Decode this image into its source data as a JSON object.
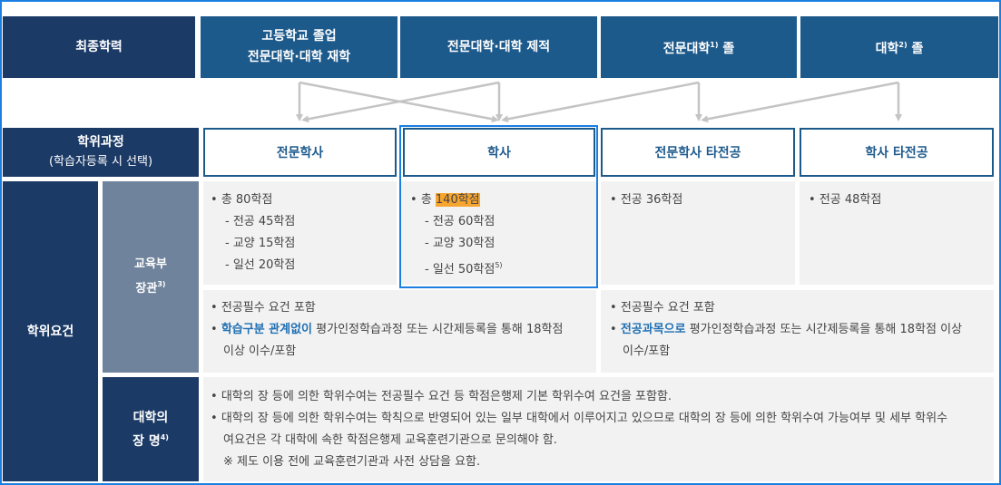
{
  "header": {
    "row_label": "최종학력",
    "col1_line1": "고등학교 졸업",
    "col1_line2": "전문대학·대학 재학",
    "col2": "전문대학·대학 제적",
    "col3": "전문대학",
    "col3_sup": "1)",
    "col3_suffix": " 졸",
    "col4": "대학",
    "col4_sup": "2)",
    "col4_suffix": " 졸"
  },
  "degree": {
    "label_line1": "학위과정",
    "label_line2": "(학습자등록 시 선택)",
    "options": [
      "전문학사",
      "학사",
      "전문학사 타전공",
      "학사 타전공"
    ]
  },
  "requirements": {
    "label": "학위요건",
    "ministry_label_line1": "교육부",
    "ministry_label_line2": "장관",
    "ministry_sup": "3)",
    "president_label_line1": "대학의",
    "president_label_line2": "장 명",
    "president_sup": "4)",
    "col1": {
      "total": "총 80학점",
      "items": [
        "전공 45학점",
        "교양 15학점",
        "일선 20학점"
      ]
    },
    "col2": {
      "total_prefix": "총 ",
      "total_highlight": "140학점",
      "items": [
        "전공 60학점",
        "교양 30학점",
        "일선 50학점"
      ],
      "last_sup": "5)"
    },
    "col3": {
      "total": "전공 36학점"
    },
    "col4": {
      "total": "전공 48학점"
    },
    "left_notes": {
      "line1": "전공필수 요건 포함",
      "line2_blue": "학습구분 관계없이",
      "line2_rest": " 평가인정학습과정 또는 시간제등록을 통해 18학점",
      "line3": "이상 이수/포함"
    },
    "right_notes": {
      "line1": "전공필수 요건 포함",
      "line2_blue": "전공과목으로",
      "line2_rest": " 평가인정학습과정 또는 시간제등록을 통해 18학점 이상",
      "line3": "이수/포함"
    },
    "president_notes": {
      "line1": "대학의 장 등에 의한 학위수여는 전공필수 요건 등 학점은행제 기본 학위수여 요건을 포함함.",
      "line2": "대학의 장 등에 의한 학위수여는 학칙으로 반영되어 있는 일부 대학에서 이루어지고 있으므로 대학의 장 등에 의한 학위수여 가능여부 및 세부 학위수",
      "line3": "여요건은 각 대학에 속한 학점은행제 교육훈련기관으로 문의해야 함.",
      "line4": "※ 제도 이용 전에 교육훈련기관과 사전 상담을 요함."
    }
  },
  "colors": {
    "dark_navy": "#1b3a66",
    "header_blue": "#1d5a8c",
    "sub_gray": "#6f839c",
    "highlight": "#f7a531",
    "accent_blue": "#1e6fb3",
    "selection": "#1a7fe0"
  }
}
